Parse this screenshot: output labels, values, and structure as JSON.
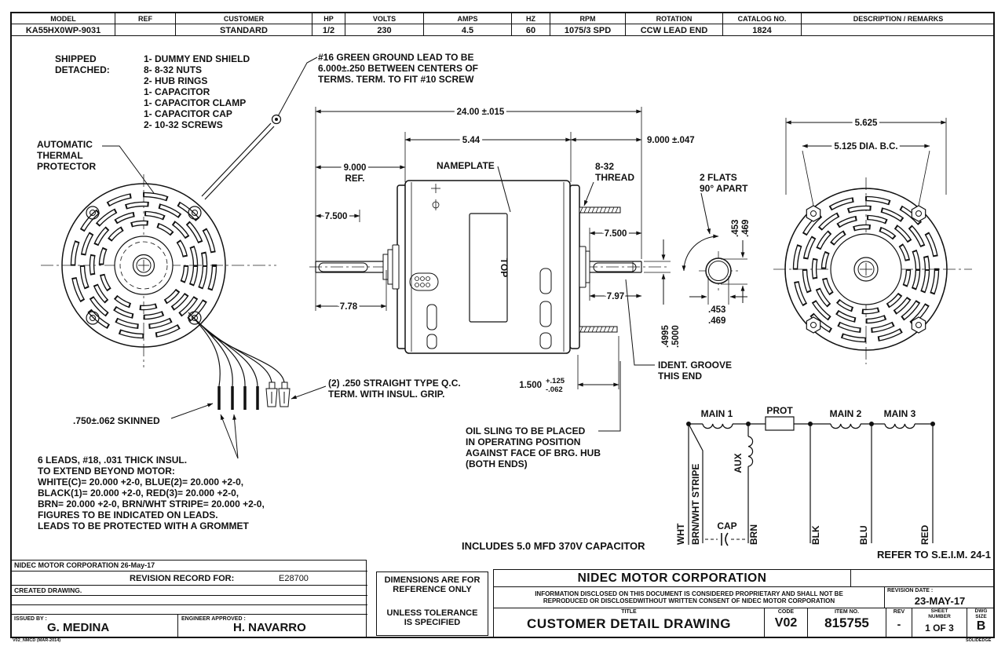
{
  "table": {
    "headers": [
      "MODEL",
      "REF",
      "CUSTOMER",
      "HP",
      "VOLTS",
      "AMPS",
      "HZ",
      "RPM",
      "ROTATION",
      "CATALOG NO.",
      "DESCRIPTION / REMARKS"
    ],
    "values": [
      "KA55HX0WP-9031",
      "",
      "STANDARD",
      "1/2",
      "230",
      "4.5",
      "60",
      "1075/3 SPD",
      "CCW LEAD END",
      "1824",
      ""
    ]
  },
  "notes": {
    "shipped_1": "SHIPPED",
    "shipped_2": "DETACHED:",
    "shipped_items": [
      "1- DUMMY END SHIELD",
      "8- 8-32 NUTS",
      "2- HUB RINGS",
      "1- CAPACITOR",
      "1- CAPACITOR CLAMP",
      "1- CAPACITOR CAP",
      "2- 10-32 SCREWS"
    ],
    "ground": [
      "#16 GREEN GROUND LEAD TO BE",
      "6.000±.250 BETWEEN CENTERS OF",
      "TERMS. TERM. TO FIT #10 SCREW"
    ],
    "thermal": [
      "AUTOMATIC",
      "THERMAL",
      "PROTECTOR"
    ],
    "skinned": ".750±.062 SKINNED",
    "leads": [
      "6 LEADS, #18, .031 THICK INSUL.",
      "TO EXTEND BEYOND MOTOR:",
      "WHITE(C)= 20.000 +2-0, BLUE(2)= 20.000 +2-0,",
      "BLACK(1)= 20.000 +2-0, RED(3)= 20.000 +2-0,",
      "BRN= 20.000 +2-0, BRN/WHT STRIPE= 20.000 +2-0,",
      "FIGURES TO BE INDICATED ON LEADS.",
      "LEADS TO BE PROTECTED WITH A GROMMET"
    ],
    "qc": [
      "(2) .250 STRAIGHT TYPE Q.C.",
      "TERM. WITH INSUL. GRIP."
    ],
    "oil": [
      "OIL SLING TO BE PLACED",
      "IN OPERATING POSITION",
      "AGAINST FACE OF BRG. HUB",
      "(BOTH ENDS)"
    ],
    "ident": [
      "IDENT. GROOVE",
      "THIS END"
    ],
    "includes_cap": "INCLUDES 5.0 MFD 370V CAPACITOR",
    "refer": "REFER TO S.E.I.M. 24-1",
    "nameplate": "NAMEPLATE",
    "top": "TOP",
    "thread": [
      "8-32",
      "THREAD"
    ],
    "flats": [
      "2 FLATS",
      "90° APART"
    ]
  },
  "dims": {
    "d2400": "24.00 ±.015",
    "d544": "5.44",
    "d9000tol": "9.000 ±.047",
    "d9000": "9.000",
    "ref": "REF.",
    "d7500": "7.500",
    "d778": "7.78",
    "d797": "7.97",
    "d1500": "1.500",
    "p125": "+.125",
    "m062": "-.062",
    "d4995": ".4995",
    "d5000": ".5000",
    "d453": ".453",
    "d469": ".469",
    "d5625": "5.625",
    "d5125": "5.125 DIA. B.C."
  },
  "schematic": {
    "main1": "MAIN 1",
    "prot": "PROT",
    "main2": "MAIN 2",
    "main3": "MAIN 3",
    "aux": "AUX",
    "cap": "CAP",
    "wht": "WHT",
    "brnwht": "BRN/WHT STRIPE",
    "brn": "BRN",
    "blk": "BLK",
    "blu": "BLU",
    "red": "RED"
  },
  "titleblock": {
    "corp_date": "NIDEC MOTOR CORPORATION 26-May-17",
    "revision_record_label": "REVISION RECORD FOR:",
    "revision_record_value": "E28700",
    "created": "CREATED DRAWING.",
    "issued_label": "ISSUED BY :",
    "issued_value": "G. MEDINA",
    "eng_label": "ENGINEER APPROVED :",
    "eng_value": "H. NAVARRO",
    "dims_note_1": "DIMENSIONS ARE FOR",
    "dims_note_2": "REFERENCE ONLY",
    "tol_note_1": "UNLESS TOLERANCE",
    "tol_note_2": "IS SPECIFIED",
    "company": "NIDEC MOTOR CORPORATION",
    "proprietary_1": "INFORMATION DISCLOSED ON THIS DOCUMENT IS CONSIDERED PROPRIETARY AND SHALL NOT BE",
    "proprietary_2": "REPRODUCED OR DISCLOSEDWITHOUT WRITTEN CONSENT OF NIDEC MOTOR CORPORATION",
    "revision_date_label": "REVISION DATE :",
    "revision_date": "23-MAY-17",
    "title_label": "TITLE",
    "title": "CUSTOMER  DETAIL  DRAWING",
    "code_label": "CODE",
    "code": "V02",
    "item_label": "ITEM NO.",
    "item": "815755",
    "rev_label": "REV",
    "rev": "-",
    "sheet_label_1": "SHEET",
    "sheet_label_2": "NUMBER",
    "sheet": "1  OF  3",
    "dwg_label_1": "DWG",
    "dwg_label_2": "SIZE",
    "dwg": "B",
    "footer_left": "V02_NMCD (MAR-2014)",
    "footer_right": "SOLIDEDGE"
  }
}
